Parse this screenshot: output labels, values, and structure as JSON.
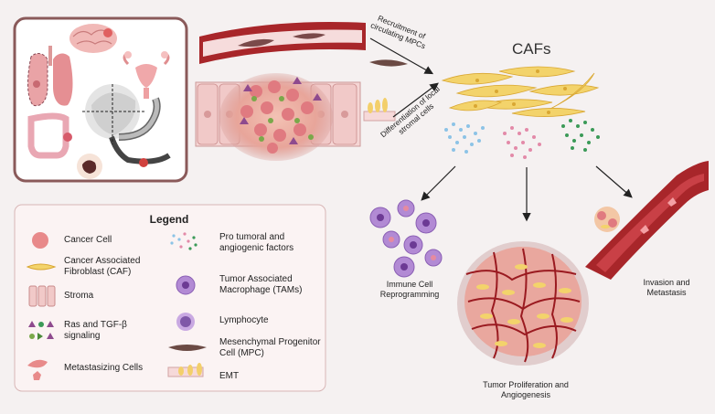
{
  "diagram": {
    "legend": {
      "title": "Legend",
      "items": [
        {
          "key": "cancer_cell",
          "label": "Cancer Cell"
        },
        {
          "key": "caf",
          "label": "Cancer Associated Fibroblast (CAF)"
        },
        {
          "key": "stroma",
          "label": "Stroma"
        },
        {
          "key": "ras_tgf",
          "label": "Ras and TGF-β signaling"
        },
        {
          "key": "metastasizing",
          "label": "Metastasizing Cells"
        },
        {
          "key": "factors",
          "label": "Pro tumoral and angiogenic factors"
        },
        {
          "key": "tams",
          "label": "Tumor Associated Macrophage (TAMs)"
        },
        {
          "key": "lymphocyte",
          "label": "Lymphocyte"
        },
        {
          "key": "mpc",
          "label": "Mesenchymal Progenitor Cell (MPC)"
        },
        {
          "key": "emt",
          "label": "EMT"
        }
      ]
    },
    "labels": {
      "recruitment": "Recruitment of circulating MPCs",
      "differentiation": "Differentiation of local stromal cells",
      "cafs": "CAFs",
      "immune": "Immune Cell Reprogramming",
      "tumor": "Tumor Proliferation and Angiogenesis",
      "invasion": "Invasion and Metastasis"
    },
    "colors": {
      "background": "#f5f1f1",
      "frame": "#8a5a5a",
      "vessel": "#a8262a",
      "caf_yellow": "#f3d36b",
      "tam_purple": "#b28ad4",
      "stroma_pink": "#f1c9c8"
    }
  }
}
